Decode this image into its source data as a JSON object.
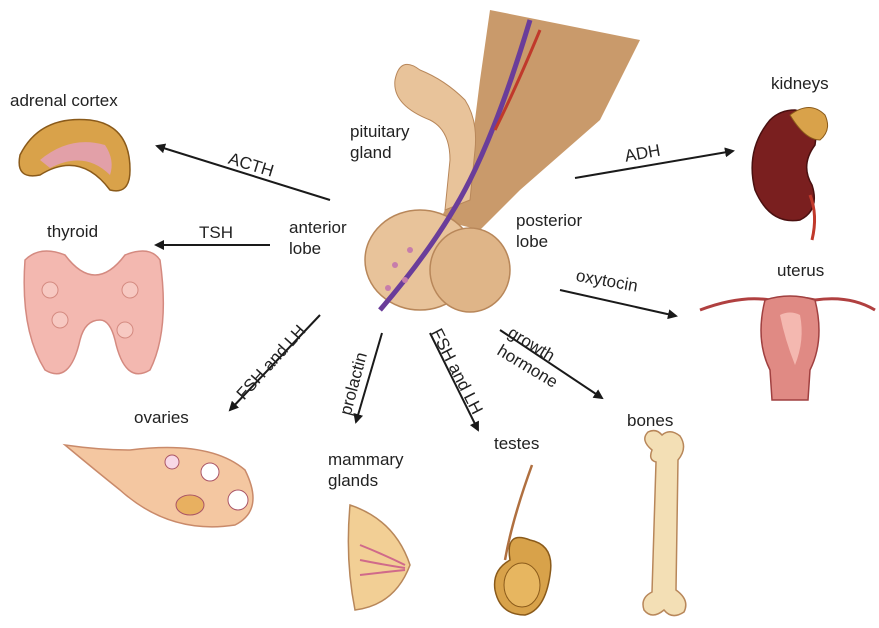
{
  "pituitary": {
    "label": "pituitary\ngland",
    "anterior": "anterior\nlobe",
    "posterior": "posterior\nlobe"
  },
  "organs": {
    "adrenal_cortex": "adrenal cortex",
    "thyroid": "thyroid",
    "ovaries": "ovaries",
    "mammary_glands": "mammary\nglands",
    "testes": "testes",
    "bones": "bones",
    "uterus": "uterus",
    "kidneys": "kidneys"
  },
  "hormones": {
    "acth": "ACTH",
    "tsh": "TSH",
    "fsh_lh_ovaries": "FSH and LH",
    "prolactin": "prolactin",
    "fsh_lh_testes": "FSH and LH",
    "growth_hormone": "growth\nhormone",
    "oxytocin": "oxytocin",
    "adh": "ADH"
  },
  "colors": {
    "gland_fill": "#e8c39a",
    "gland_shade": "#c99a6b",
    "nerve": "#6a3d9a",
    "vessel": "#c0392b",
    "arrow": "#1a1a1a",
    "adrenal": "#d9a24a",
    "thyroid": "#f3b8b0",
    "ovary": "#f4c7a1",
    "kidney": "#7a1f1f",
    "uterus": "#e08a84",
    "bone": "#f3dfb5",
    "testes": "#d8a24a",
    "mammary": "#f2cf95"
  }
}
